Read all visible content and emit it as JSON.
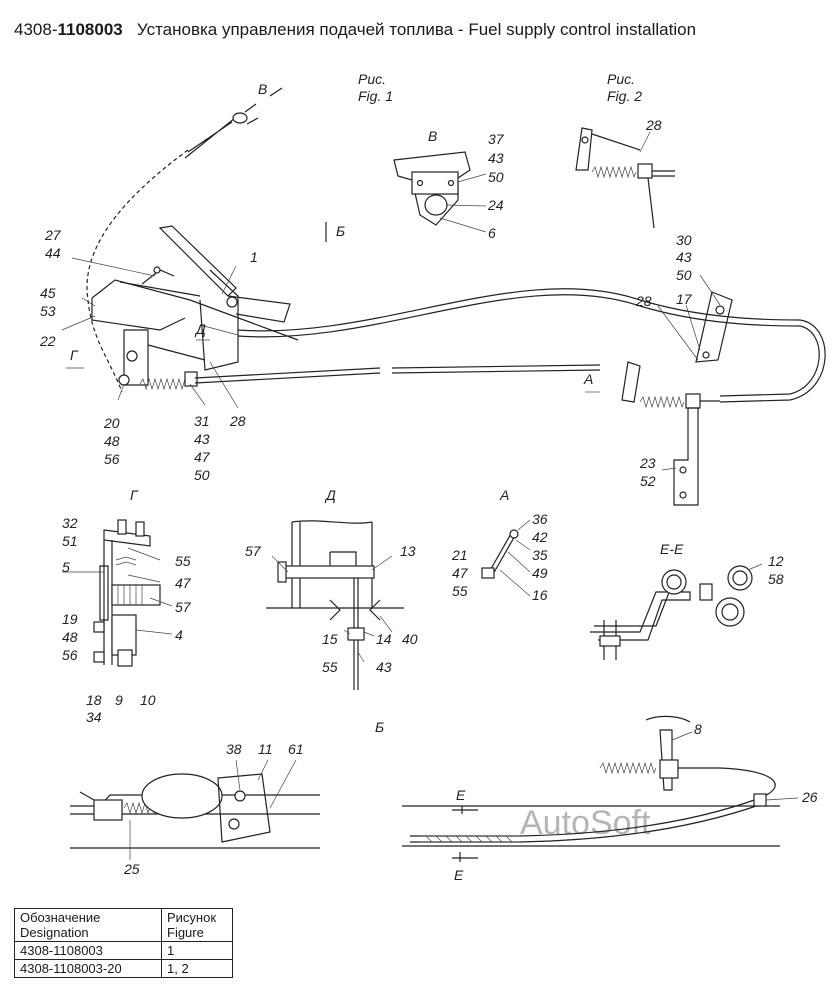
{
  "header": {
    "code_prefix": "4308-",
    "code_bold": "1108003",
    "title": "Установка управления подачей топлива  -  Fuel supply control installation"
  },
  "figure_captions": [
    {
      "ru": "Рис.",
      "en": "Fig. 1"
    },
    {
      "ru": "Рис.",
      "en": "Fig. 2"
    }
  ],
  "view_labels": [
    "В",
    "Б",
    "Г",
    "Д",
    "А",
    "Е-Е",
    "Б",
    "Д",
    "А",
    "Г",
    "В",
    "Е",
    "Е"
  ],
  "callouts": [
    "1",
    "27",
    "44",
    "45",
    "53",
    "22",
    "20",
    "48",
    "56",
    "31",
    "43",
    "47",
    "50",
    "28",
    "37",
    "43",
    "50",
    "24",
    "6",
    "28",
    "30",
    "43",
    "50",
    "17",
    "28",
    "23",
    "52",
    "32",
    "51",
    "5",
    "55",
    "47",
    "57",
    "4",
    "19",
    "48",
    "56",
    "18",
    "34",
    "9",
    "10",
    "57",
    "13",
    "15",
    "55",
    "14",
    "43",
    "40",
    "36",
    "42",
    "35",
    "21",
    "47",
    "49",
    "55",
    "16",
    "12",
    "58",
    "38",
    "11",
    "61",
    "25",
    "8",
    "26"
  ],
  "watermark": "AutoSoft",
  "table": {
    "headers": [
      [
        "Обозначение",
        "Designation"
      ],
      [
        "Рисунок",
        "Figure"
      ]
    ],
    "rows": [
      [
        "4308-1108003",
        "1"
      ],
      [
        "4308-1108003-20",
        "1, 2"
      ]
    ]
  }
}
